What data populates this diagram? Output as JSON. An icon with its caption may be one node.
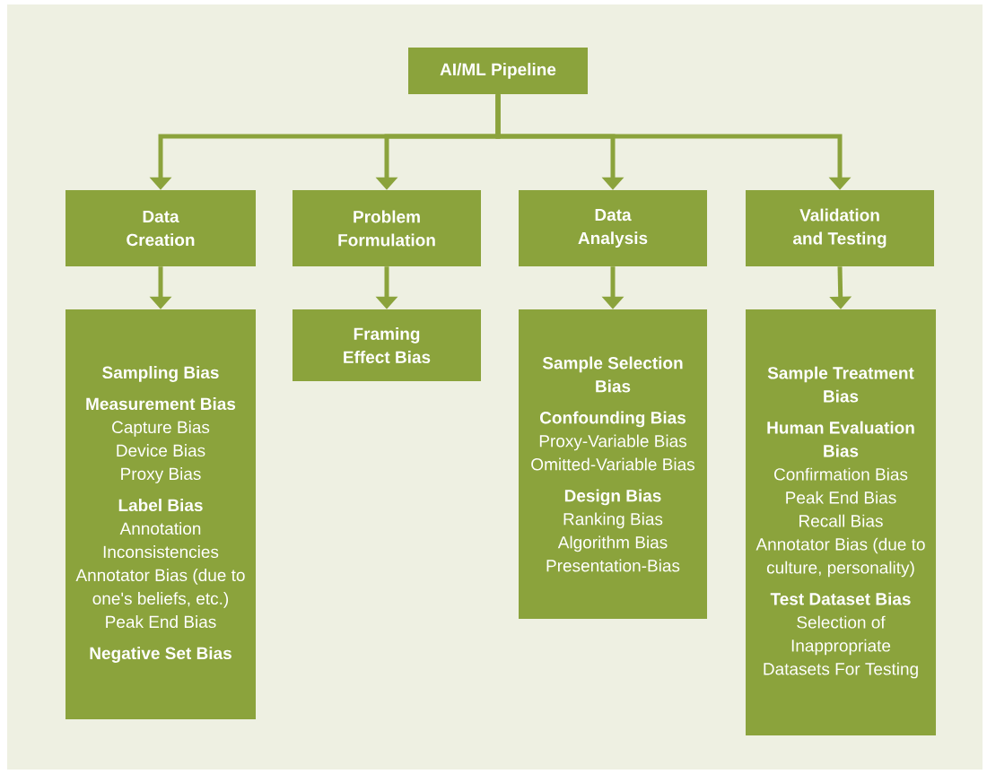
{
  "diagram": {
    "nodes": [
      {
        "text": [
          "AI/ML Pipeline"
        ]
      },
      {
        "text": [
          "Data Creation"
        ]
      },
      {
        "text": [
          "Problem Formulation"
        ]
      },
      {
        "text": [
          "Data Analysis"
        ]
      },
      {
        "text": [
          "Validation and Testing"
        ]
      },
      {
        "text": [
          "Sampling Bias",
          "Measurement Bias",
          "Capture Bias",
          "Device Bias",
          "Proxy Bias",
          "Label Bias",
          "Annotation Inconsistencies",
          "Annotator Bias (due to one's beliefs, etc.)",
          "Peak End Bias",
          "Negative Set Bias"
        ]
      },
      {
        "text": [
          "Framing Effect Bias"
        ]
      },
      {
        "text": [
          "Sample Selection Bias",
          "Confounding Bias",
          "Proxy-Variable Bias",
          "Omitted-Variable Bias",
          "Design Bias",
          "Ranking Bias",
          "Algorithm Bias",
          "Presentation-Bias"
        ]
      },
      {
        "text": [
          "Sample Treatment Bias",
          "Human Evaluation Bias",
          "Confirmation Bias",
          "Peak End Bias",
          "Recall Bias",
          "Annotator Bias (due to culture, personality)",
          "Test Dataset Bias",
          "Selection of Inappropriate Datasets For Testing"
        ]
      }
    ],
    "edges": [
      {
        "from": 0,
        "to": 1,
        "arrow": "to"
      },
      {
        "from": 0,
        "to": 2,
        "arrow": "to"
      },
      {
        "from": 0,
        "to": 3,
        "arrow": "to"
      },
      {
        "from": 0,
        "to": 4,
        "arrow": "to"
      },
      {
        "from": 1,
        "to": 5,
        "arrow": "to"
      },
      {
        "from": 2,
        "to": 6,
        "arrow": "to"
      },
      {
        "from": 3,
        "to": 7,
        "arrow": "to"
      },
      {
        "from": 4,
        "to": 8,
        "arrow": "to"
      }
    ]
  }
}
